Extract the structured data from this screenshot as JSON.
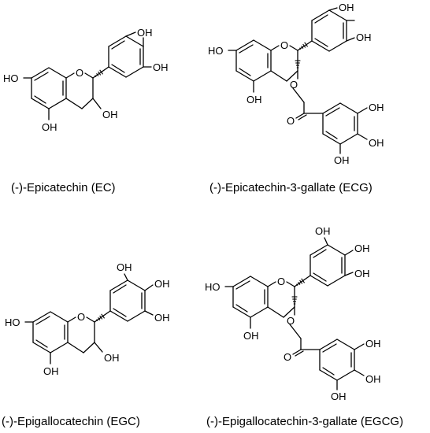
{
  "compounds": [
    {
      "name": "(-)-Epicatechin (EC)",
      "labels": [
        "HO",
        "O",
        "OH",
        "OH",
        "OH",
        "OH"
      ]
    },
    {
      "name": "(-)-Epicatechin-3-gallate (ECG)",
      "labels": [
        "HO",
        "O",
        "OH",
        "OH",
        "OH",
        "O",
        "O",
        "OH",
        "OH",
        "OH"
      ]
    },
    {
      "name": "(-)-Epigallocatechin (EGC)",
      "labels": [
        "HO",
        "O",
        "OH",
        "OH",
        "OH",
        "OH",
        "OH"
      ]
    },
    {
      "name": "(-)-Epigallocatechin-3-gallate (EGCG)",
      "labels": [
        "HO",
        "O",
        "OH",
        "OH",
        "OH",
        "OH",
        "O",
        "O",
        "OH",
        "OH",
        "OH"
      ]
    }
  ]
}
